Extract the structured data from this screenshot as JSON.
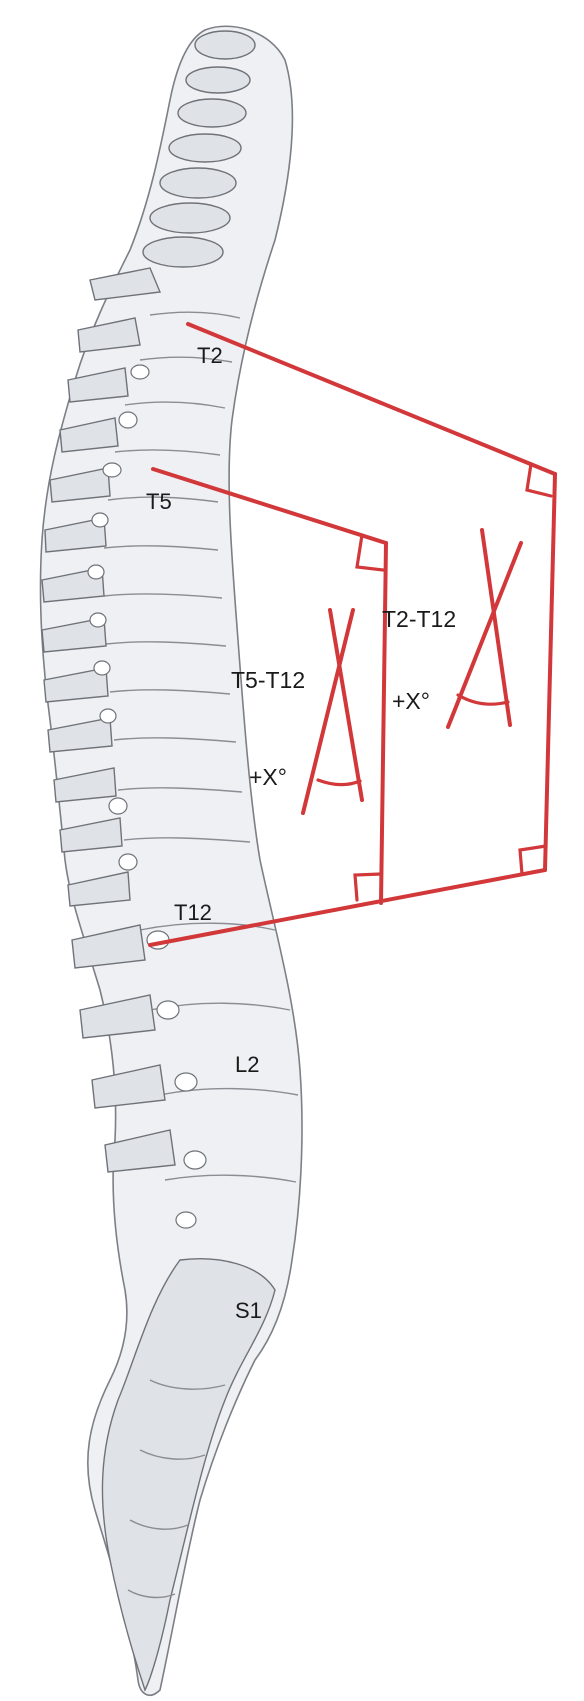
{
  "figure": {
    "vertebra_labels": {
      "t2": "T2",
      "t5": "T5",
      "t12": "T12",
      "l2": "L2",
      "s1": "S1"
    },
    "measurements": {
      "t5_t12": {
        "label": "T5-T12",
        "angle_label": "+X°"
      },
      "t2_t12": {
        "label": "T2-T12",
        "angle_label": "+X°"
      }
    },
    "colors": {
      "measurement_lines": "#d2383a",
      "bone_fill": "#eef0f3",
      "bone_outline": "#7c7f85"
    }
  }
}
